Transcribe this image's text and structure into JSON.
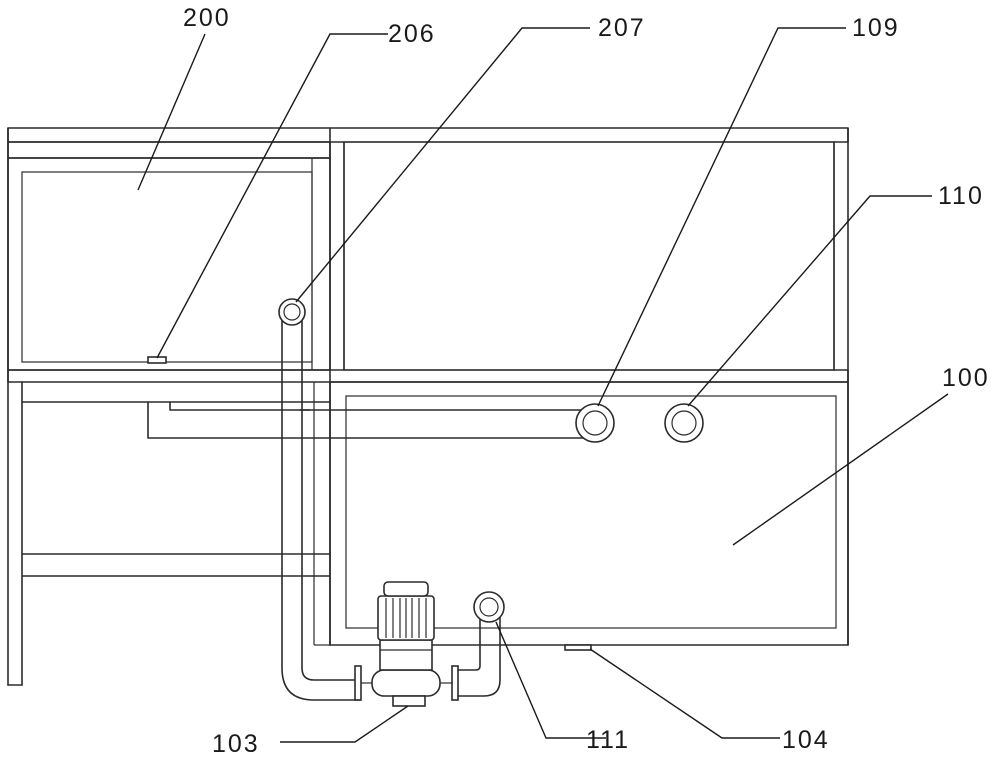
{
  "labels": {
    "l200": "200",
    "l206": "206",
    "l207": "207",
    "l109": "109",
    "l110": "110",
    "l100": "100",
    "l103": "103",
    "l111": "111",
    "l104": "104"
  },
  "colors": {
    "line": "#2b2b2b",
    "background": "#ffffff"
  }
}
